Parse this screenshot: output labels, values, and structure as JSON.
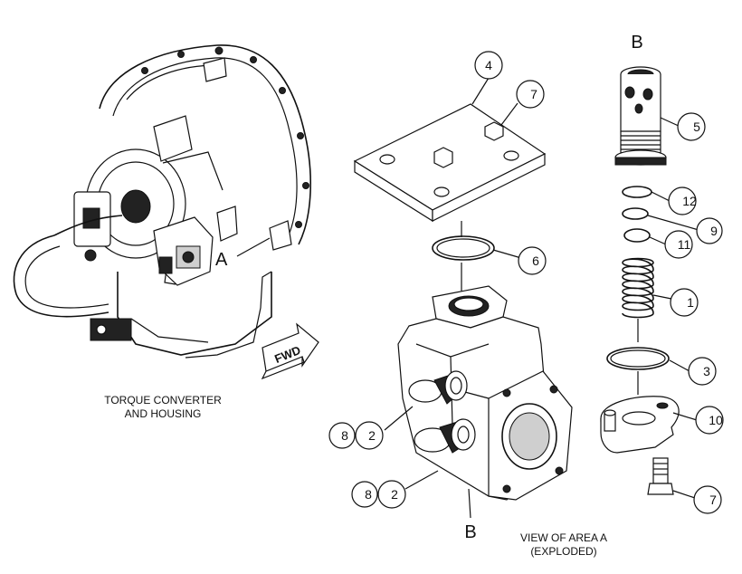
{
  "labels": {
    "A": "A",
    "B_top": "B",
    "B_bottom": "B",
    "fwd": "FWD",
    "torque_line1": "TORQUE CONVERTER",
    "torque_line2": "AND HOUSING",
    "view_line1": "VIEW OF AREA A",
    "view_line2": "(EXPLODED)"
  },
  "callouts": [
    {
      "id": "c4",
      "text": "4"
    },
    {
      "id": "c7a",
      "text": "7"
    },
    {
      "id": "c6",
      "text": "6"
    },
    {
      "id": "c8a",
      "text": "8"
    },
    {
      "id": "c2a",
      "text": "2"
    },
    {
      "id": "c8b",
      "text": "8"
    },
    {
      "id": "c2b",
      "text": "2"
    },
    {
      "id": "c5",
      "text": "5"
    },
    {
      "id": "c12",
      "text": "12"
    },
    {
      "id": "c9",
      "text": "9"
    },
    {
      "id": "c11",
      "text": "11"
    },
    {
      "id": "c1",
      "text": "1"
    },
    {
      "id": "c3",
      "text": "3"
    },
    {
      "id": "c10",
      "text": "10"
    },
    {
      "id": "c7b",
      "text": "7"
    }
  ]
}
